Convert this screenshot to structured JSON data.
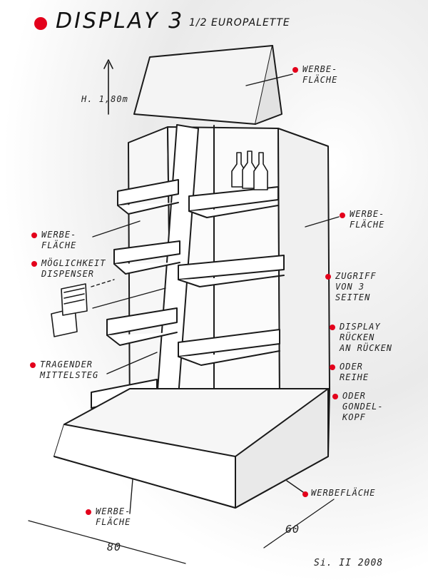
{
  "title": "DISPLAY 3",
  "subtitle": "1/2 EUROPALETTE",
  "accent_color": "#e3001b",
  "labels": {
    "height": "H. 1,80m",
    "werbeflaeche_top": "WERBE-\nFLÄCHE",
    "werbeflaeche_right": "WERBE-\nFLÄCHE",
    "werbeflaeche_left": "WERBE-\nFLÄCHE",
    "moeglichkeit": "MÖGLICHKEIT\nDISPENSER",
    "zugriff": "ZUGRIFF\nVON 3\nSEITEN",
    "display_ruecken": "DISPLAY\nRÜCKEN\nAN RÜCKEN",
    "oder_reihe": "ODER\nREIHE",
    "oder_gondel": "ODER\nGONDEL-\nKOPF",
    "tragender": "TRAGENDER\nMITTELSTEG",
    "werbeflaeche_base_right": "WERBEFLÄCHE",
    "werbeflaeche_bottom": "WERBE-\nFLÄCHE",
    "dim_width": "80",
    "dim_depth": "60",
    "signature": "Si. II 2008"
  }
}
